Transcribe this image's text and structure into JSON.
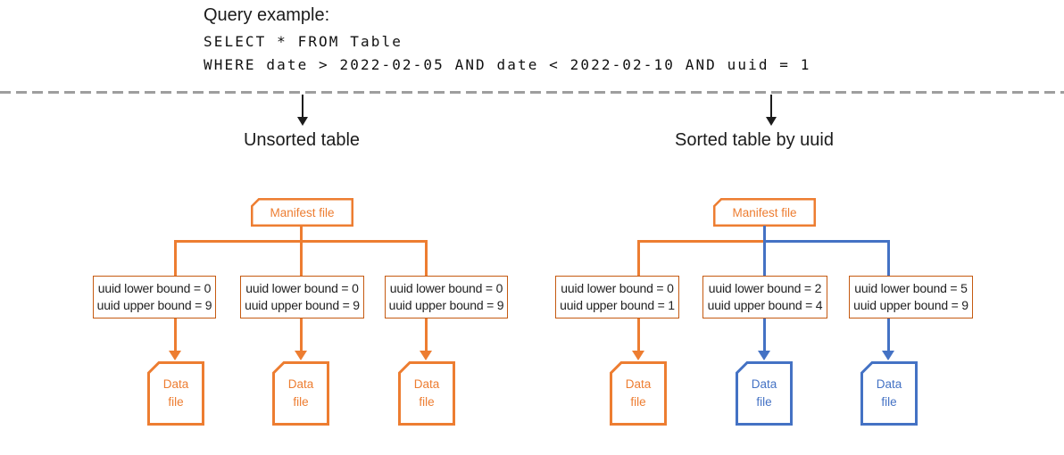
{
  "query": {
    "heading": "Query example:",
    "sql_lines": [
      "SELECT * FROM Table",
      "WHERE date > 2022-02-05 AND date < 2022-02-10 AND uuid = 1"
    ]
  },
  "colors": {
    "orange": "#ED7D31",
    "orange_dark_border": "#C55A11",
    "blue": "#4472C4",
    "text_black": "#1c1c1c",
    "divider_gray": "#9e9e9e"
  },
  "diagrams": [
    {
      "heading": "Unsorted table",
      "manifest_label": "Manifest file",
      "columns": [
        {
          "lower": "uuid lower bound = 0",
          "upper": "uuid upper bound = 9",
          "connector_color": "orange",
          "file_label": "Data file",
          "file_color": "orange"
        },
        {
          "lower": "uuid lower bound = 0",
          "upper": "uuid upper bound = 9",
          "connector_color": "orange",
          "file_label": "Data file",
          "file_color": "orange"
        },
        {
          "lower": "uuid lower bound = 0",
          "upper": "uuid upper bound = 9",
          "connector_color": "orange",
          "file_label": "Data file",
          "file_color": "orange"
        }
      ]
    },
    {
      "heading": "Sorted table by uuid",
      "manifest_label": "Manifest file",
      "columns": [
        {
          "lower": "uuid lower bound = 0",
          "upper": "uuid upper bound = 1",
          "connector_color": "orange",
          "file_label": "Data file",
          "file_color": "orange"
        },
        {
          "lower": "uuid lower bound = 2",
          "upper": "uuid upper bound = 4",
          "connector_color": "blue",
          "file_label": "Data file",
          "file_color": "blue"
        },
        {
          "lower": "uuid lower bound = 5",
          "upper": "uuid upper bound = 9",
          "connector_color": "blue",
          "file_label": "Data file",
          "file_color": "blue"
        }
      ]
    }
  ]
}
